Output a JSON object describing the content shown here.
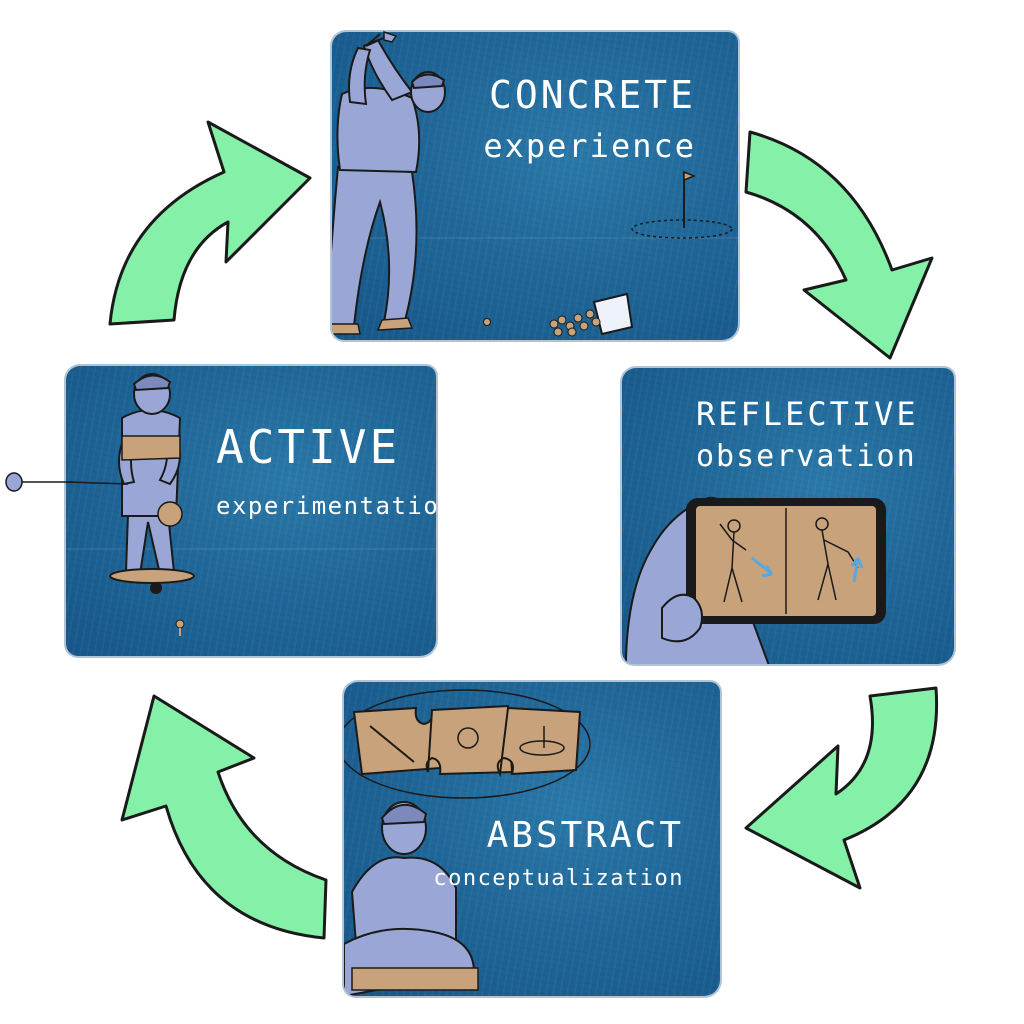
{
  "stages": {
    "concrete": {
      "title": "CONCRETE",
      "subtitle": "experience"
    },
    "reflective": {
      "title": "REFLECTIVE",
      "subtitle": "observation"
    },
    "abstract": {
      "title": "ABSTRACT",
      "subtitle": "conceptualization"
    },
    "active": {
      "title": "ACTIVE",
      "subtitle": "experimentation"
    }
  },
  "colors": {
    "panel_blue": "#1f6798",
    "arrow_green": "#85f0a8",
    "figure_lavender": "#9aa7d6",
    "prop_tan": "#c8a27a",
    "outline": "#1a1a1a"
  },
  "icons": {
    "concrete": "golfer-swinging-icon",
    "reflective": "phone-swing-analysis-icon",
    "abstract": "thinking-person-puzzle-icon",
    "active": "balance-board-practice-icon"
  }
}
